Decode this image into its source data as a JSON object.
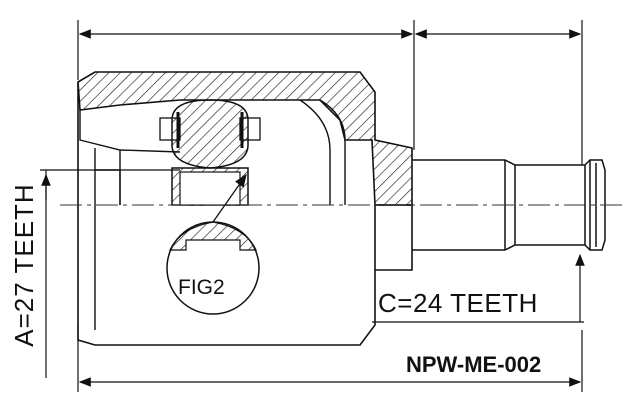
{
  "labels": {
    "spline_a": "A=27 TEETH",
    "spline_c": "C=24 TEETH",
    "detail": "FIG2",
    "part_number": "NPW-ME-002"
  },
  "colors": {
    "line": "#111111",
    "hatch": "#222222",
    "centerline": "#333333",
    "background": "#ffffff"
  }
}
